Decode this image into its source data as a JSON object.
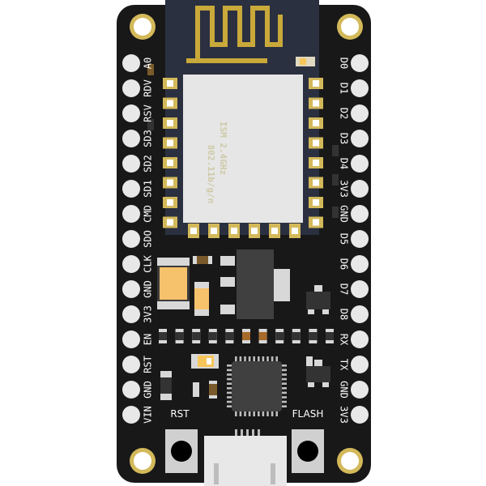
{
  "board": {
    "colors": {
      "pcb": "#181818",
      "gold": "#d3b95a",
      "silk": "#ffffff",
      "pin": "#e8e8e8",
      "module": "#2b3040",
      "shield": "#e6e6e6",
      "antenna": "#c9a93a",
      "led": "#f6c65a",
      "cap_orange": "#f7c26c"
    },
    "module_text": {
      "line1": "ISM 2.4GHz",
      "line2": "802.11b/g/n"
    },
    "left_pins": [
      "A0",
      "RDV",
      "RSV",
      "SD3",
      "SD2",
      "SD1",
      "CMD",
      "SDO",
      "CLK",
      "GND",
      "3V3",
      "EN",
      "RST",
      "GND",
      "VIN"
    ],
    "right_pins": [
      "D0",
      "D1",
      "D2",
      "D3",
      "D4",
      "3V3",
      "GND",
      "D5",
      "D6",
      "D7",
      "D8",
      "RX",
      "TX",
      "GND",
      "3V3"
    ],
    "buttons": {
      "rst_label": "RST",
      "flash_label": "FLASH"
    }
  }
}
